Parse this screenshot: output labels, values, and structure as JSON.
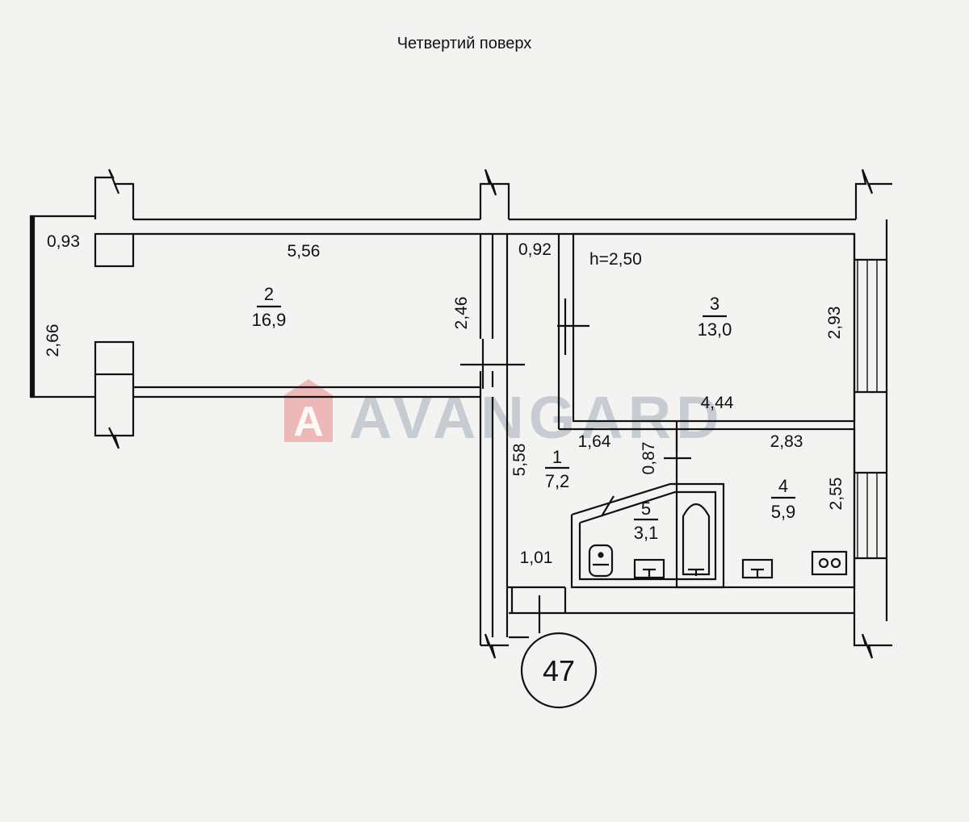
{
  "title": "Четвертий поверх",
  "watermark": {
    "text": "AVANGARD",
    "logo_letter": "A",
    "logo_color": "#e08080",
    "text_color": "#b8c0c8"
  },
  "height_note": "h=2,50",
  "apartment_number": "47",
  "rooms": [
    {
      "number": "1",
      "area": "7,2"
    },
    {
      "number": "2",
      "area": "16,9"
    },
    {
      "number": "3",
      "area": "13,0"
    },
    {
      "number": "4",
      "area": "5,9"
    },
    {
      "number": "5",
      "area": "3,1"
    }
  ],
  "dimensions": {
    "balcony_width": "0,93",
    "balcony_length": "2,66",
    "room2_length": "5,56",
    "room2_width": "2,46",
    "corridor_top": "0,92",
    "room3_width": "2,93",
    "room3_length": "4,44",
    "hall_length": "5,58",
    "hall_width": "1,64",
    "bath_door": "0,87",
    "kitchen_length": "2,83",
    "kitchen_width": "2,55",
    "entry_width": "1,01"
  }
}
